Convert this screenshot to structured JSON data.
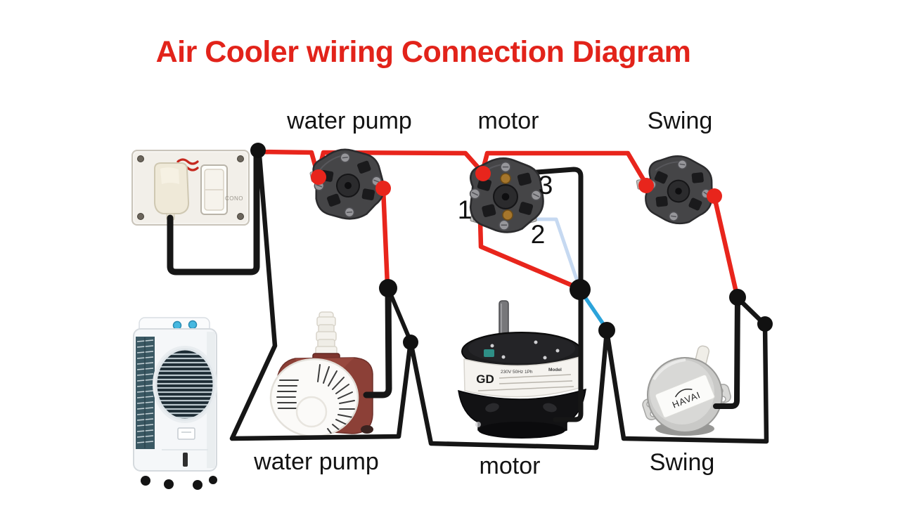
{
  "title": "Air Cooler wiring Connection Diagram",
  "labels": {
    "switch_water_pump": "water pump",
    "switch_motor": "motor",
    "switch_swing": "Swing",
    "device_water_pump": "water pump",
    "device_motor": "motor",
    "device_swing": "Swing"
  },
  "terminals": {
    "t1": "1",
    "t2": "2",
    "t3": "3"
  },
  "socket": {
    "brand": "CONO"
  },
  "motor_plate": {
    "brand": "GD",
    "spec": "230V 50Hz 1Ph",
    "model": "Model"
  },
  "swing_motor": {
    "brand": "HAVAI"
  },
  "colors": {
    "live_wire": "#e8251c",
    "neutral_wire": "#161616",
    "wire_pale_blue": "#c6d9f1",
    "wire_blue": "#2ba3da",
    "title_red": "#e2231a"
  }
}
